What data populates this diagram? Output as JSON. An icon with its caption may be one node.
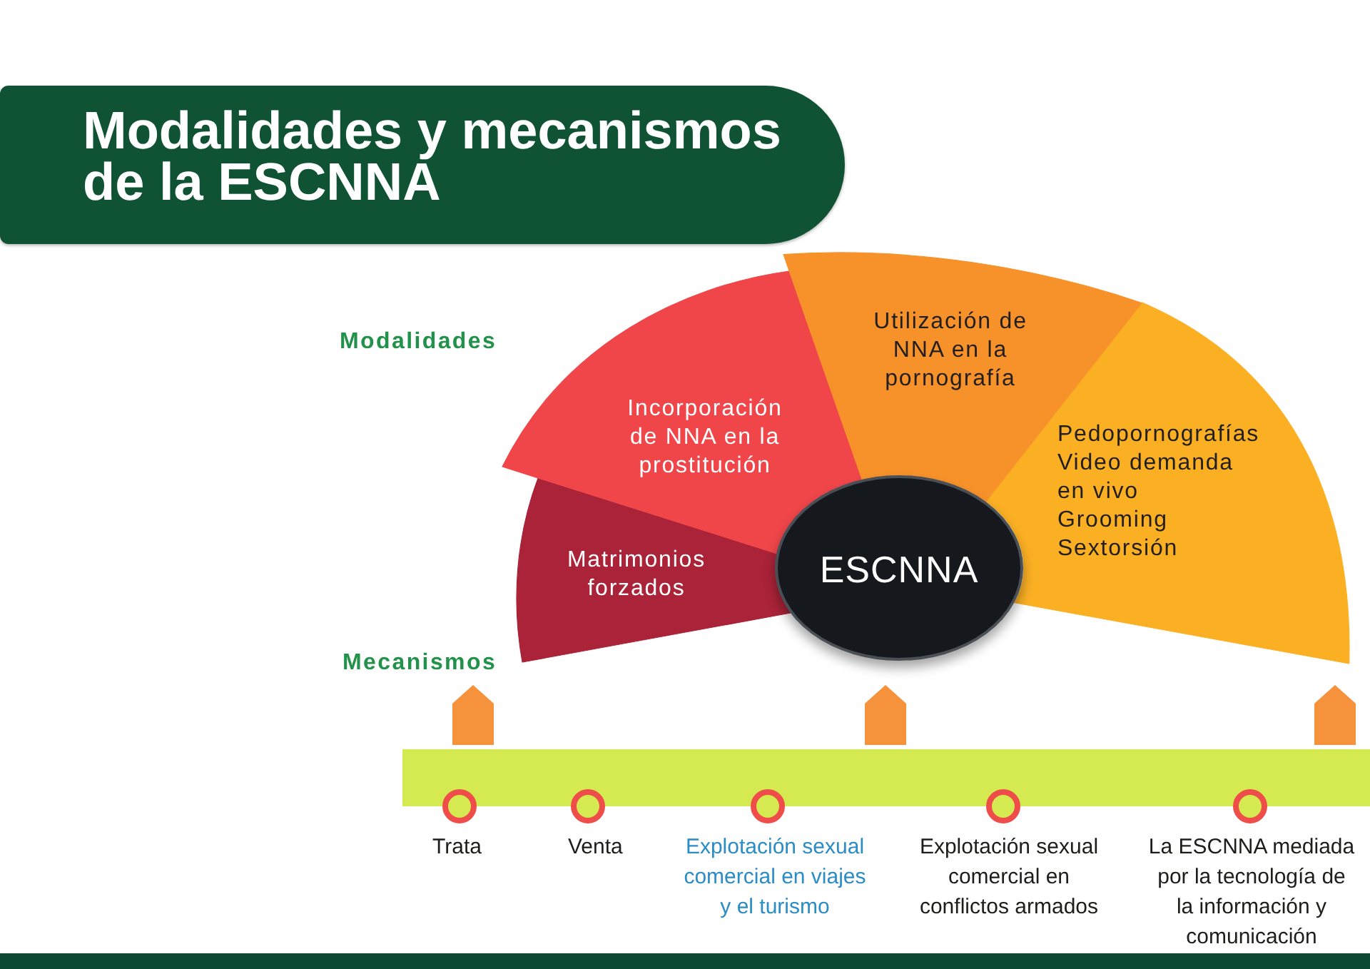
{
  "diagram": {
    "title": "Modalidades y mecanismos de la ESCNNA",
    "nodes": [
      {
        "text": [
          "Matrimonios forzados"
        ]
      },
      {
        "text": [
          "Incorporación de NNA en la prostitución"
        ]
      },
      {
        "text": [
          "Utilización de NNA en la pornografía"
        ]
      },
      {
        "text": [
          "Pedopornografías",
          "Video demanda en vivo",
          "Grooming",
          "Sextorsión"
        ]
      },
      {
        "text": [
          "ESCNNA"
        ]
      },
      {
        "text": [],
        "shape": "bar"
      }
    ],
    "labels": [
      "Modalidades",
      "Mecanismos",
      "Trata",
      "Venta",
      "Explotación sexual comercial en viajes y el turismo",
      "Explotación sexual comercial en conflictos armados",
      "La ESCNNA mediada por la tecnología de la información y comunicación"
    ]
  }
}
